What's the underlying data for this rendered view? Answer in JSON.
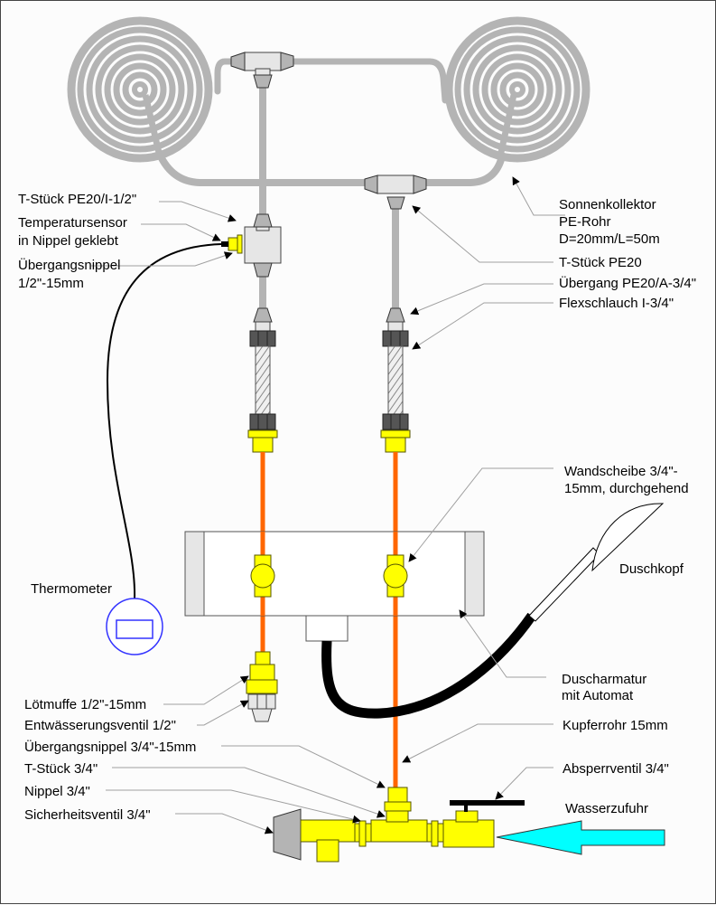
{
  "diagram": {
    "title": "Solar shower installation schematic",
    "colors": {
      "pe_pipe": "#b4b4b4",
      "copper_pipe": "#ff6600",
      "brass_fitting": "#ffff00",
      "thermometer": "#3333ff",
      "water_inlet_arrow": "#00ffff",
      "shower_hose": "#000000"
    },
    "labels": {
      "t_piece_pe20_i": "T-Stück PE20/I-1/2\"",
      "temp_sensor_1": "Temperatursensor",
      "temp_sensor_2": "in Nippel geklebt",
      "transition_nipple_1": "Übergangsnippel",
      "transition_nipple_2": "1/2\"-15mm",
      "collector_1": "Sonnenkollektor",
      "collector_2": "PE-Rohr",
      "collector_3": "D=20mm/L=50m",
      "t_piece_pe20": "T-Stück PE20",
      "transition_pe20": "Übergang PE20/A-3/4\"",
      "flex_hose": "Flexschlauch I-3/4\"",
      "wall_disc_1": "Wandscheibe 3/4\"-",
      "wall_disc_2": "15mm, durchgehend",
      "shower_head": "Duschkopf",
      "thermometer": "Thermometer",
      "shower_fitting_1": "Duscharmatur",
      "shower_fitting_2": "mit Automat",
      "solder_sleeve": "Lötmuffe 1/2\"-15mm",
      "drain_valve": "Entwässerungsventil 1/2\"",
      "copper_pipe": "Kupferrohr 15mm",
      "transition_nipple_34": "Übergangsnippel 3/4\"-15mm",
      "t_piece_34": "T-Stück 3/4\"",
      "shutoff_valve": "Absperrventil 3/4\"",
      "nipple_34": "Nippel 3/4\"",
      "safety_valve": "Sicherheitsventil 3/4\"",
      "water_supply": "Wasserzufuhr"
    }
  }
}
